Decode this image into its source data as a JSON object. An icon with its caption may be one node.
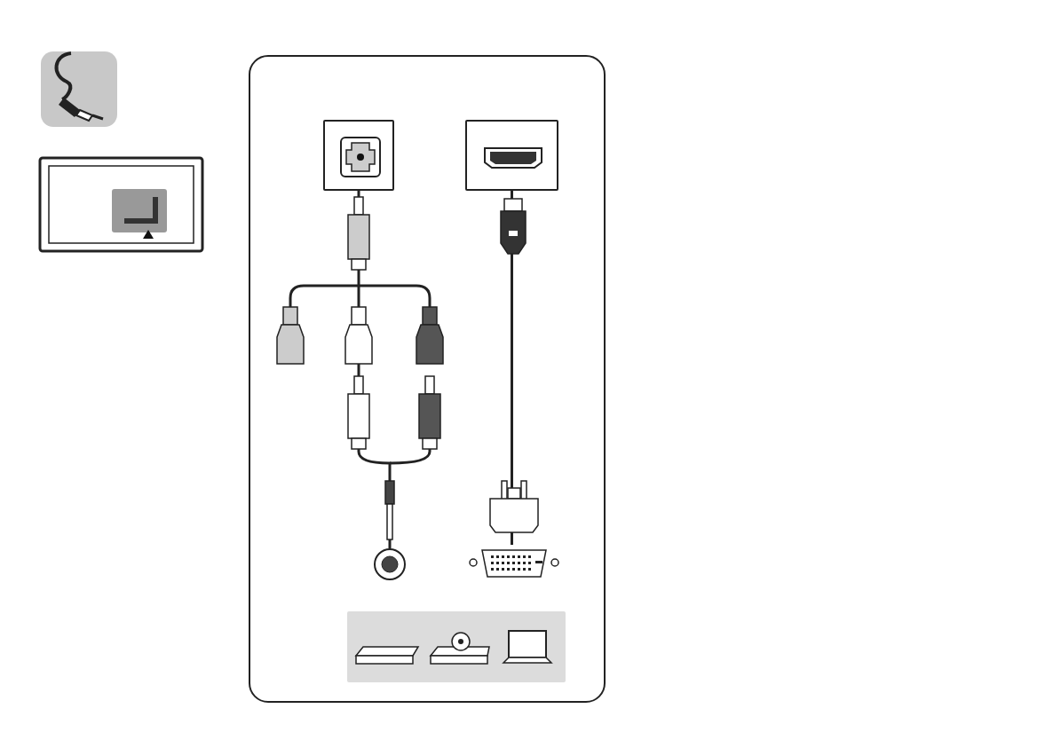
{
  "diagram": {
    "nodes": [
      {
        "text": [],
        "shape": "box"
      },
      {
        "text": [],
        "shape": "box",
        "in": 0
      },
      {
        "text": [],
        "shape": "box",
        "in": 0
      },
      {
        "text": [],
        "shape": "circle",
        "in": 0
      },
      {
        "text": [],
        "shape": "box",
        "in": 0
      },
      {
        "text": [],
        "shape": "box",
        "in": 0
      }
    ],
    "edges": [
      {
        "from": 1,
        "to": 3,
        "arrow": "none"
      },
      {
        "from": 2,
        "to": 4,
        "arrow": "none"
      }
    ]
  }
}
